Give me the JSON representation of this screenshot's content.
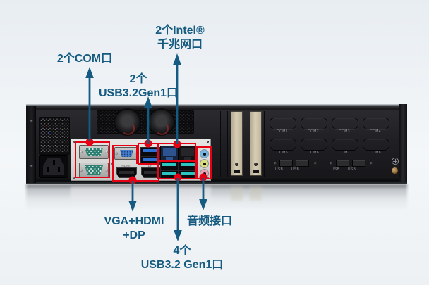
{
  "colors": {
    "callout_text": "#155a80",
    "annotation_red": "#e60013",
    "background_top": "#e8edf2",
    "background_bottom": "#edf1f4",
    "io_panel_silver": "#d8d8d6",
    "bracket_beige": "#cfc6ae",
    "usb3_blue": "#2a6fd4",
    "usb3_teal": "#2bc4c0",
    "vga_blue": "#4a7fd0",
    "db9_green": "#2e7f72",
    "lan_port_blue": "#2d5390",
    "audio_jack_blue": "#74b6e8",
    "audio_jack_green": "#d9de7d",
    "audio_jack_pink": "#f0a3b4"
  },
  "callouts": {
    "com": {
      "lines": [
        "2个COM口"
      ]
    },
    "usb_top": {
      "lines": [
        "2个",
        "USB3.2Gen1口"
      ]
    },
    "lan": {
      "lines": [
        "2个Intel®",
        "千兆网口"
      ]
    },
    "video": {
      "lines": [
        "VGA+HDMI",
        "+DP"
      ]
    },
    "audio": {
      "lines": [
        "音频接口"
      ]
    },
    "usb_bottom": {
      "lines": [
        "4个",
        "USB3.2 Gen1口"
      ]
    }
  },
  "chassis": {
    "io_panel": {
      "hdmi_label": "HDMI",
      "dp_label": "DP"
    },
    "com_knockouts": [
      "COM1",
      "COM2",
      "COM3",
      "COM4",
      "COM5",
      "COM6",
      "COM7",
      "COM8"
    ],
    "usb_knockouts": [
      "USB",
      "USB",
      "USB",
      "USB"
    ]
  }
}
